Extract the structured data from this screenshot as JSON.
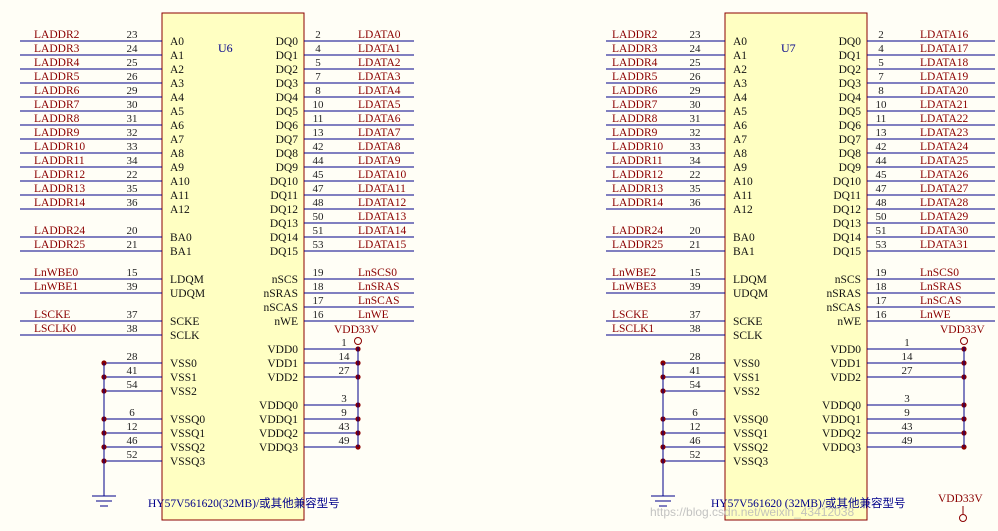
{
  "watermark": "https://blog.csdn.net/weixin_43412038",
  "chips": [
    {
      "id": "U6",
      "part": "HY57V561620(32MB)/或其他兼容型号",
      "left_nets": [
        "LADDR2",
        "LADDR3",
        "LADDR4",
        "LADDR5",
        "LADDR6",
        "LADDR7",
        "LADDR8",
        "LADDR9",
        "LADDR10",
        "LADDR11",
        "LADDR12",
        "LADDR13",
        "LADDR14",
        "LADDR24",
        "LADDR25",
        "LnWBE0",
        "LnWBE1",
        "LSCKE",
        "LSCLK0"
      ],
      "right_nets": [
        "LDATA0",
        "LDATA1",
        "LDATA2",
        "LDATA3",
        "LDATA4",
        "LDATA5",
        "LDATA6",
        "LDATA7",
        "LDATA8",
        "LDATA9",
        "LDATA10",
        "LDATA11",
        "LDATA12",
        "LDATA13",
        "LDATA14",
        "LDATA15",
        "LnSCS0",
        "LnSRAS",
        "LnSCAS",
        "LnWE"
      ],
      "vdd_label": "VDD33V",
      "extra_vdd_label": ""
    },
    {
      "id": "U7",
      "part": "HY57V561620 (32MB)/或其他兼容型号",
      "left_nets": [
        "LADDR2",
        "LADDR3",
        "LADDR4",
        "LADDR5",
        "LADDR6",
        "LADDR7",
        "LADDR8",
        "LADDR9",
        "LADDR10",
        "LADDR11",
        "LADDR12",
        "LADDR13",
        "LADDR14",
        "LADDR24",
        "LADDR25",
        "LnWBE2",
        "LnWBE3",
        "LSCKE",
        "LSCLK1"
      ],
      "right_nets": [
        "LDATA16",
        "LDATA17",
        "LDATA18",
        "LDATA19",
        "LDATA20",
        "LDATA21",
        "LDATA22",
        "LDATA23",
        "LDATA24",
        "LDATA25",
        "LDATA26",
        "LDATA27",
        "LDATA28",
        "LDATA29",
        "LDATA30",
        "LDATA31",
        "LnSCS0",
        "LnSRAS",
        "LnSCAS",
        "LnWE"
      ],
      "vdd_label": "VDD33V",
      "extra_vdd_label": "VDD33V"
    }
  ],
  "left_pins": [
    {
      "num": "23",
      "name": "A0"
    },
    {
      "num": "24",
      "name": "A1"
    },
    {
      "num": "25",
      "name": "A2"
    },
    {
      "num": "26",
      "name": "A3"
    },
    {
      "num": "29",
      "name": "A4"
    },
    {
      "num": "30",
      "name": "A5"
    },
    {
      "num": "31",
      "name": "A6"
    },
    {
      "num": "32",
      "name": "A7"
    },
    {
      "num": "33",
      "name": "A8"
    },
    {
      "num": "34",
      "name": "A9"
    },
    {
      "num": "22",
      "name": "A10"
    },
    {
      "num": "35",
      "name": "A11"
    },
    {
      "num": "36",
      "name": "A12"
    },
    {
      "num": "20",
      "name": "BA0"
    },
    {
      "num": "21",
      "name": "BA1"
    },
    {
      "num": "15",
      "name": "LDQM"
    },
    {
      "num": "39",
      "name": "UDQM"
    },
    {
      "num": "37",
      "name": "SCKE"
    },
    {
      "num": "38",
      "name": "SCLK"
    }
  ],
  "right_pins": [
    {
      "num": "2",
      "name": "DQ0"
    },
    {
      "num": "4",
      "name": "DQ1"
    },
    {
      "num": "5",
      "name": "DQ2"
    },
    {
      "num": "7",
      "name": "DQ3"
    },
    {
      "num": "8",
      "name": "DQ4"
    },
    {
      "num": "10",
      "name": "DQ5"
    },
    {
      "num": "11",
      "name": "DQ6"
    },
    {
      "num": "13",
      "name": "DQ7"
    },
    {
      "num": "42",
      "name": "DQ8"
    },
    {
      "num": "44",
      "name": "DQ9"
    },
    {
      "num": "45",
      "name": "DQ10"
    },
    {
      "num": "47",
      "name": "DQ11"
    },
    {
      "num": "48",
      "name": "DQ12"
    },
    {
      "num": "50",
      "name": "DQ13"
    },
    {
      "num": "51",
      "name": "DQ14"
    },
    {
      "num": "53",
      "name": "DQ15"
    },
    {
      "num": "19",
      "name": "nSCS"
    },
    {
      "num": "18",
      "name": "nSRAS"
    },
    {
      "num": "17",
      "name": "nSCAS"
    },
    {
      "num": "16",
      "name": "nWE"
    }
  ],
  "vss_pins": [
    {
      "num": "28",
      "name": "VSS0"
    },
    {
      "num": "41",
      "name": "VSS1"
    },
    {
      "num": "54",
      "name": "VSS2"
    },
    {
      "num": "6",
      "name": "VSSQ0"
    },
    {
      "num": "12",
      "name": "VSSQ1"
    },
    {
      "num": "46",
      "name": "VSSQ2"
    },
    {
      "num": "52",
      "name": "VSSQ3"
    }
  ],
  "vdd_pins": [
    {
      "num": "1",
      "name": "VDD0"
    },
    {
      "num": "14",
      "name": "VDD1"
    },
    {
      "num": "27",
      "name": "VDD2"
    },
    {
      "num": "3",
      "name": "VDDQ0"
    },
    {
      "num": "9",
      "name": "VDDQ1"
    },
    {
      "num": "43",
      "name": "VDDQ2"
    },
    {
      "num": "49",
      "name": "VDDQ3"
    }
  ]
}
